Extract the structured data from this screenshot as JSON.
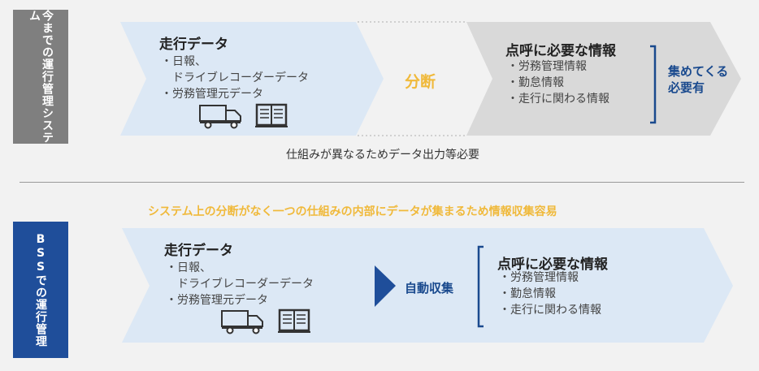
{
  "top": {
    "label": "今までの運行管理システム",
    "left": {
      "title": "走行データ",
      "items": [
        "・日報、",
        "　ドライブレコーダーデータ",
        "・労務管理元データ"
      ]
    },
    "middle": "分断",
    "right": {
      "title": "点呼に必要な情報",
      "items": [
        "・労務管理情報",
        "・勤怠情報",
        "・走行に関わる情報"
      ]
    },
    "note_line1": "集めてくる",
    "note_line2": "必要有",
    "caption": "仕組みが異なるためデータ出力等必要"
  },
  "headline": "システム上の分断がなく一つの仕組みの内部にデータが集まるため情報収集容易",
  "bottom": {
    "label": "BSSでの運行管理",
    "left": {
      "title": "走行データ",
      "items": [
        "・日報、",
        "　ドライブレコーダーデータ",
        "・労務管理元データ"
      ]
    },
    "middle": "自動収集",
    "right": {
      "title": "点呼に必要な情報",
      "items": [
        "・労務管理情報",
        "・勤怠情報",
        "・走行に関わる情報"
      ]
    }
  },
  "icons": [
    "truck-icon",
    "book-icon"
  ],
  "colors": {
    "gray_label": "#7f7f7f",
    "blue_label": "#1f4e9a",
    "light_blue": "#dce8f5",
    "light_gray": "#d9d9d9",
    "gold": "#f0b93a",
    "navy": "#1a4a8e"
  }
}
